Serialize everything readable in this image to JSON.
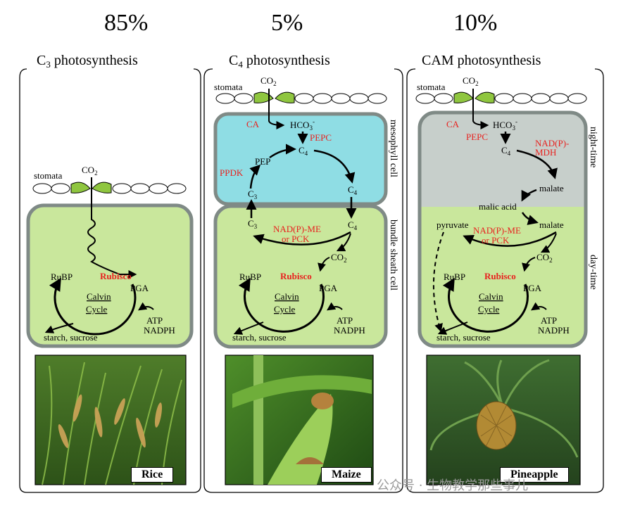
{
  "percents": [
    "85%",
    "5%",
    "10%"
  ],
  "panels": {
    "c3": {
      "title_pre": "C",
      "title_sub": "3",
      "title_post": " photosynthesis",
      "stomata": "stomata",
      "co2": "CO",
      "co2_sub": "2",
      "rubp": "RuBP",
      "rubisco": "Rubisco",
      "pga": "PGA",
      "calvin1": "Calvin",
      "calvin2": "Cycle",
      "atp": "ATP",
      "nadph": "NADPH",
      "starch": "starch, sucrose",
      "photo_label": "Rice"
    },
    "c4": {
      "title_pre": "C",
      "title_sub": "4",
      "title_post": " photosynthesis",
      "stomata": "stomata",
      "co2": "CO",
      "co2_sub": "2",
      "ca": "CA",
      "hco3": "HCO",
      "hco3_sub": "3",
      "hco3_sup": "-",
      "pepc": "PEPC",
      "c4_top": "C",
      "c4_sub": "4",
      "pep": "PEP",
      "ppdk": "PPDK",
      "c3_mid": "C",
      "c3_sub": "3",
      "c4_right": "C",
      "c4_right_sub": "4",
      "c3_bundle": "C",
      "c3_bundle_sub": "3",
      "c4_bundle": "C",
      "c4_bundle_sub": "4",
      "nadpme1": "NAD(P)-ME",
      "nadpme2": "or PCK",
      "co2_b": "CO",
      "co2_b_sub": "2",
      "rubp": "RuBP",
      "rubisco": "Rubisco",
      "pga": "PGA",
      "calvin1": "Calvin",
      "calvin2": "Cycle",
      "atp": "ATP",
      "nadph": "NADPH",
      "starch": "starch, sucrose",
      "side_top": "mesophyll cell",
      "side_bottom": "bundle sheath cell",
      "photo_label": "Maize"
    },
    "cam": {
      "title": "CAM photosynthesis",
      "stomata": "stomata",
      "co2": "CO",
      "co2_sub": "2",
      "ca": "CA",
      "hco3": "HCO",
      "hco3_sub": "3",
      "hco3_sup": "-",
      "pepc": "PEPC",
      "c4": "C",
      "c4_sub": "4",
      "mdh1": "NAD(P)-",
      "mdh2": "MDH",
      "malate1": "malate",
      "malic": "malic acid",
      "malate2": "malate",
      "pyruvate": "pyruvate",
      "nadpme1": "NAD(P)-ME",
      "nadpme2": "or PCK",
      "co2_b": "CO",
      "co2_b_sub": "2",
      "rubp": "RuBP",
      "rubisco": "Rubisco",
      "pga": "PGA",
      "calvin1": "Calvin",
      "calvin2": "Cycle",
      "atp": "ATP",
      "nadph": "NADPH",
      "starch": "starch, sucrose",
      "side_top": "night-time",
      "side_bottom": "day-time",
      "photo_label": "Pineapple"
    }
  },
  "watermark": "公众号 · 生物教学那些事儿",
  "colors": {
    "cell_green": "#c9e79c",
    "cell_border": "#7f8a86",
    "mesophyll_cyan": "#8fdde4",
    "night_gray": "#c7cfcb",
    "stomata_green": "#8fc63f",
    "enzyme_red": "#e8221f"
  }
}
